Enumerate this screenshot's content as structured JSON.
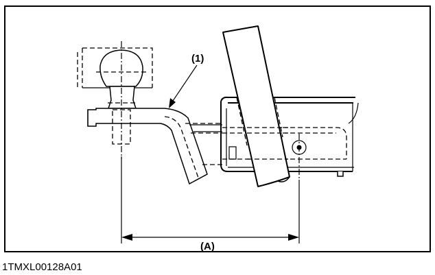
{
  "figure": {
    "callout_label": "(1)",
    "dimension_label": "(A)",
    "figure_code": "1TMXL00128A01"
  }
}
